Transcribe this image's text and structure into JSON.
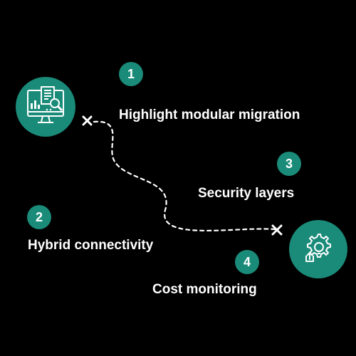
{
  "colors": {
    "background": "#000000",
    "accent": "#1a8b79",
    "text": "#ffffff",
    "path": "#ffffff"
  },
  "steps": [
    {
      "number": "1",
      "label": "Highlight modular migration"
    },
    {
      "number": "2",
      "label": "Hybrid connectivity"
    },
    {
      "number": "3",
      "label": "Security layers"
    },
    {
      "number": "4",
      "label": "Cost monitoring"
    }
  ],
  "icons": {
    "start": "monitor-analytics-icon",
    "end": "gear-lightbulb-upload-icon",
    "start_marker": "x-marker-icon",
    "end_marker": "x-marker-icon"
  }
}
